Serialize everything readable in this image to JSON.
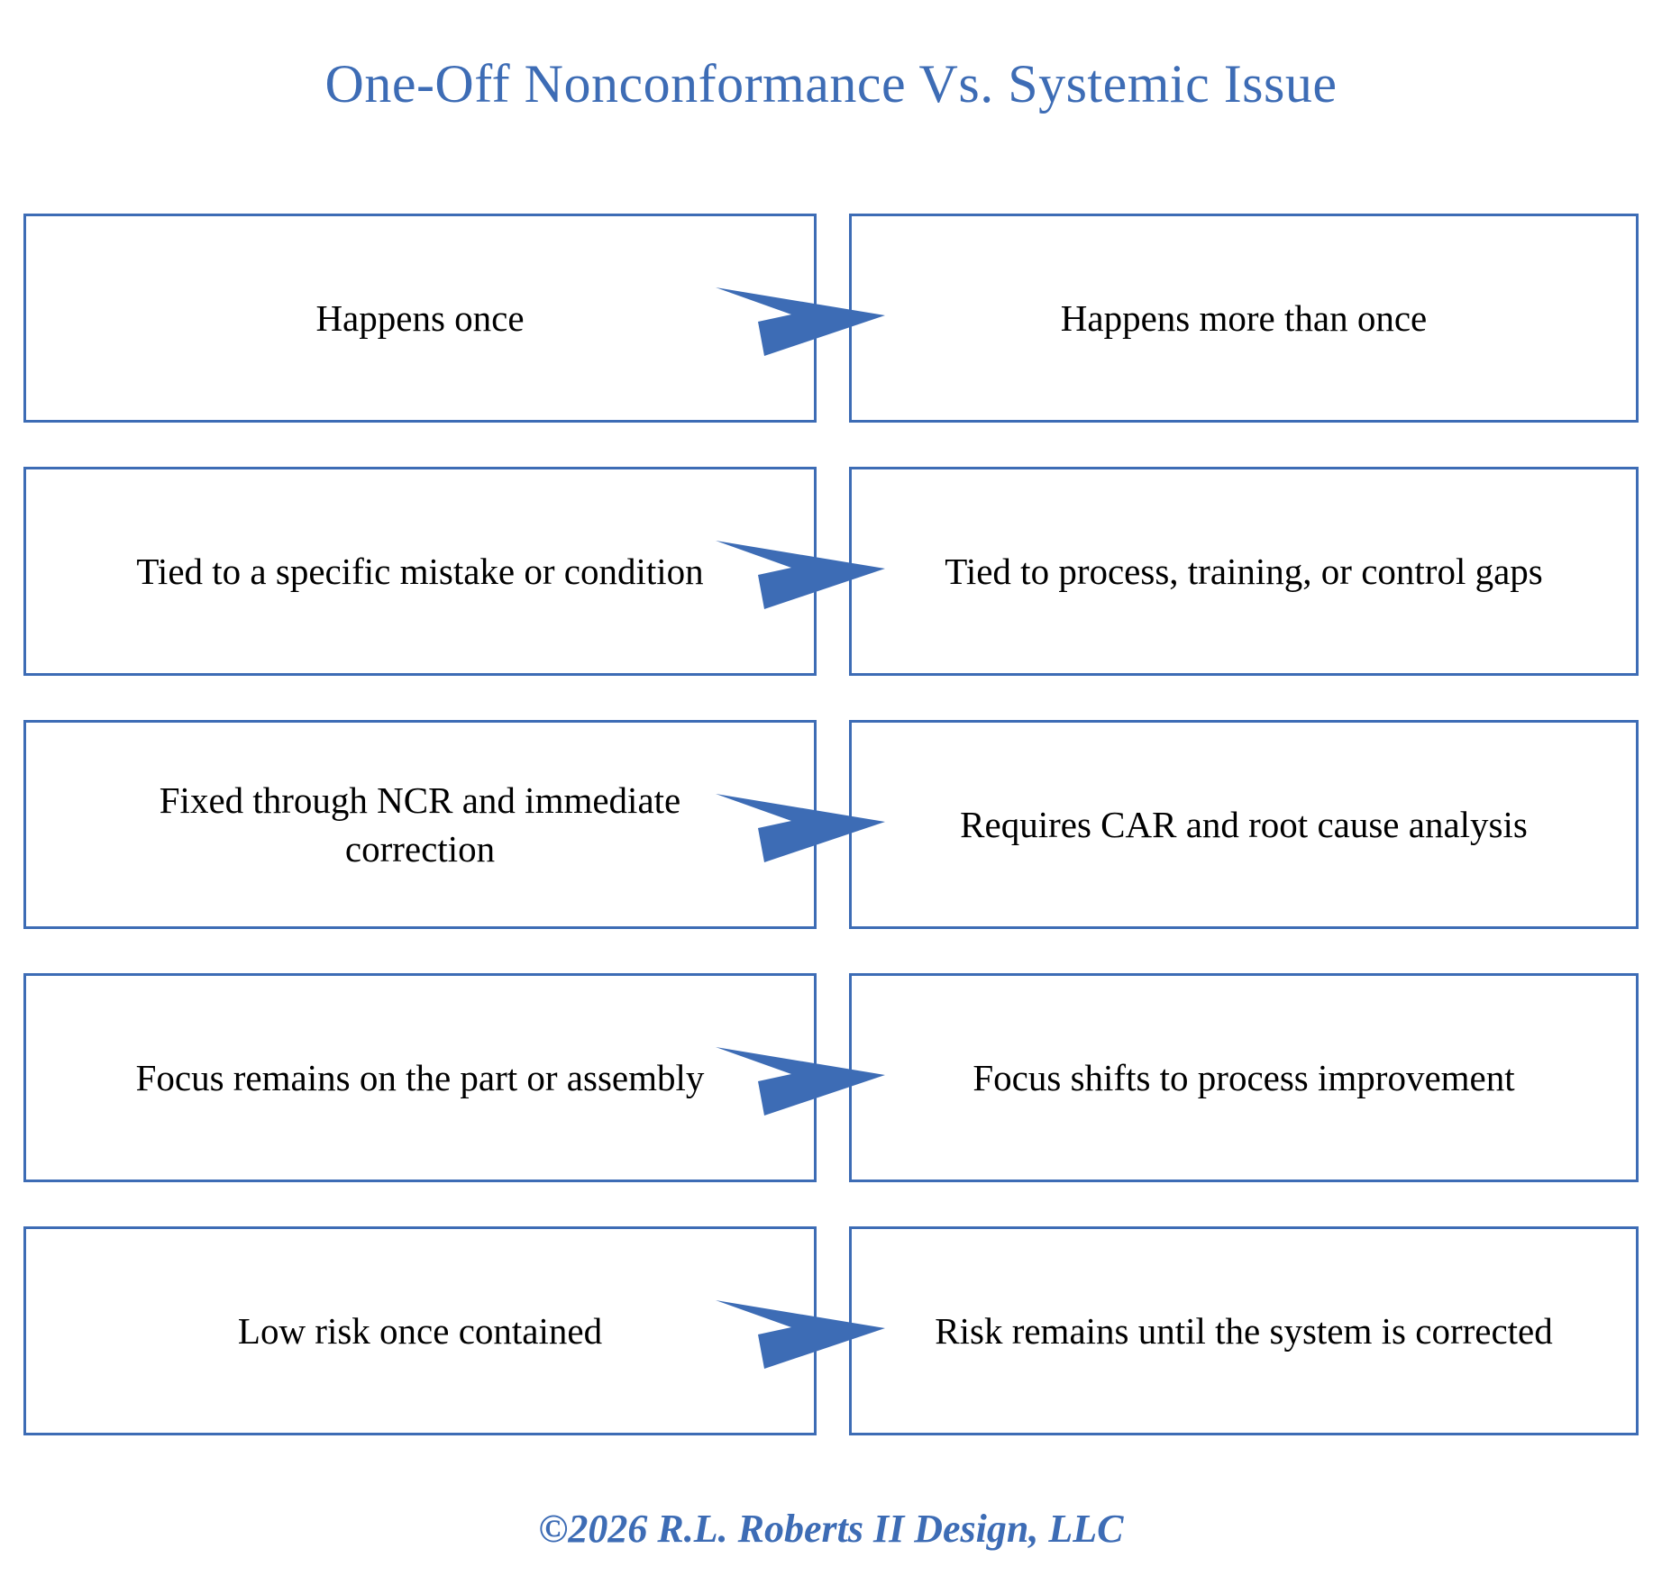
{
  "page": {
    "title": "One-Off Nonconformance Vs. Systemic Issue",
    "background_color": "#FFFFFF",
    "accent_color": "#3D6CB5",
    "text_color": "#000000"
  },
  "diagram": {
    "type": "two-column-comparison",
    "left_column_heading": "",
    "right_column_heading": "",
    "arrow_icon_name": "swept-arrow-right-icon",
    "arrow_color": "#3D6CB5",
    "rows": [
      {
        "left": "Happens once",
        "right": "Happens more than once"
      },
      {
        "left": "Tied to a specific mistake or condition",
        "right": "Tied to process, training, or control gaps"
      },
      {
        "left": "Fixed through NCR and immediate correction",
        "right": "Requires CAR and root cause analysis"
      },
      {
        "left": "Focus remains on the part or assembly",
        "right": "Focus shifts to process improvement"
      },
      {
        "left": "Low risk once contained",
        "right": "Risk remains until the system is corrected"
      }
    ]
  },
  "footer": {
    "copyright": "©2026 R.L. Roberts II Design, LLC"
  }
}
